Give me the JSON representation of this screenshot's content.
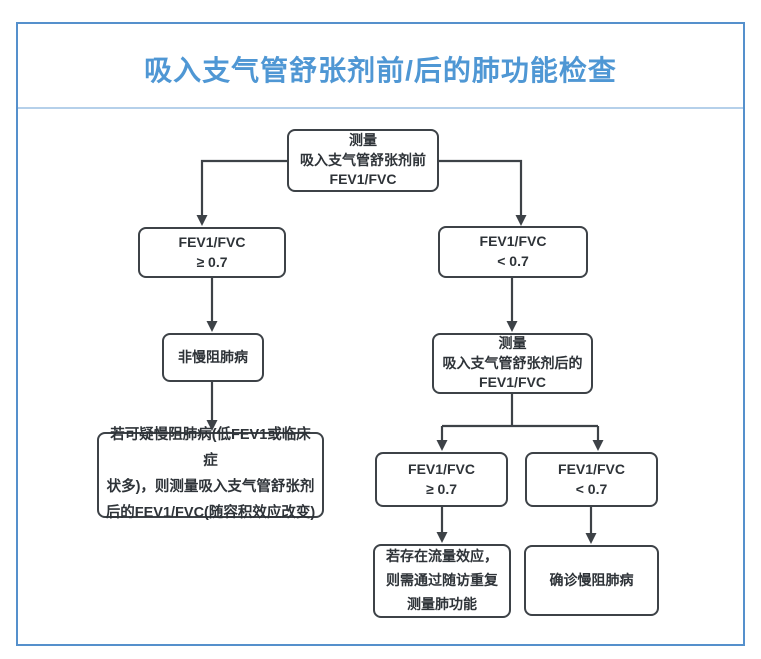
{
  "title": "吸入支气管舒张剂前/后的肺功能检查",
  "colors": {
    "title_blue": "#4f97d4",
    "frame_blue": "#5590cc",
    "divider_blue": "#b5d0ea",
    "line_dark": "#3d4247",
    "box_background": "#ffffff"
  },
  "flowchart": {
    "nodes": {
      "pre_measure": {
        "text": "测量\n吸入支气管舒张剂前\nFEV1/FVC"
      },
      "pre_ge": {
        "text": "FEV1/FVC\n≥ 0.7"
      },
      "pre_lt": {
        "text": "FEV1/FVC\n< 0.7"
      },
      "non_copd": {
        "text": "非慢阻肺病"
      },
      "post_measure": {
        "text": "测量\n吸入支气管舒张剂后的\nFEV1/FVC"
      },
      "suspect_note": {
        "text": "若可疑慢阻肺病(低FEV1或临床症\n状多)，则测量吸入支气管舒张剂\n后的FEV1/FVC(随容积效应改变)"
      },
      "post_ge": {
        "text": "FEV1/FVC\n≥ 0.7"
      },
      "post_lt": {
        "text": "FEV1/FVC\n< 0.7"
      },
      "followup": {
        "text": "若存在流量效应，\n则需通过随访重复\n测量肺功能"
      },
      "confirmed": {
        "text": "确诊慢阻肺病"
      }
    },
    "edges": [
      {
        "from": "pre_measure",
        "to": "pre_ge"
      },
      {
        "from": "pre_measure",
        "to": "pre_lt"
      },
      {
        "from": "pre_ge",
        "to": "non_copd"
      },
      {
        "from": "pre_lt",
        "to": "post_measure"
      },
      {
        "from": "non_copd",
        "to": "suspect_note"
      },
      {
        "from": "post_measure",
        "to": "post_ge"
      },
      {
        "from": "post_measure",
        "to": "post_lt"
      },
      {
        "from": "post_ge",
        "to": "followup"
      },
      {
        "from": "post_lt",
        "to": "confirmed"
      }
    ]
  }
}
